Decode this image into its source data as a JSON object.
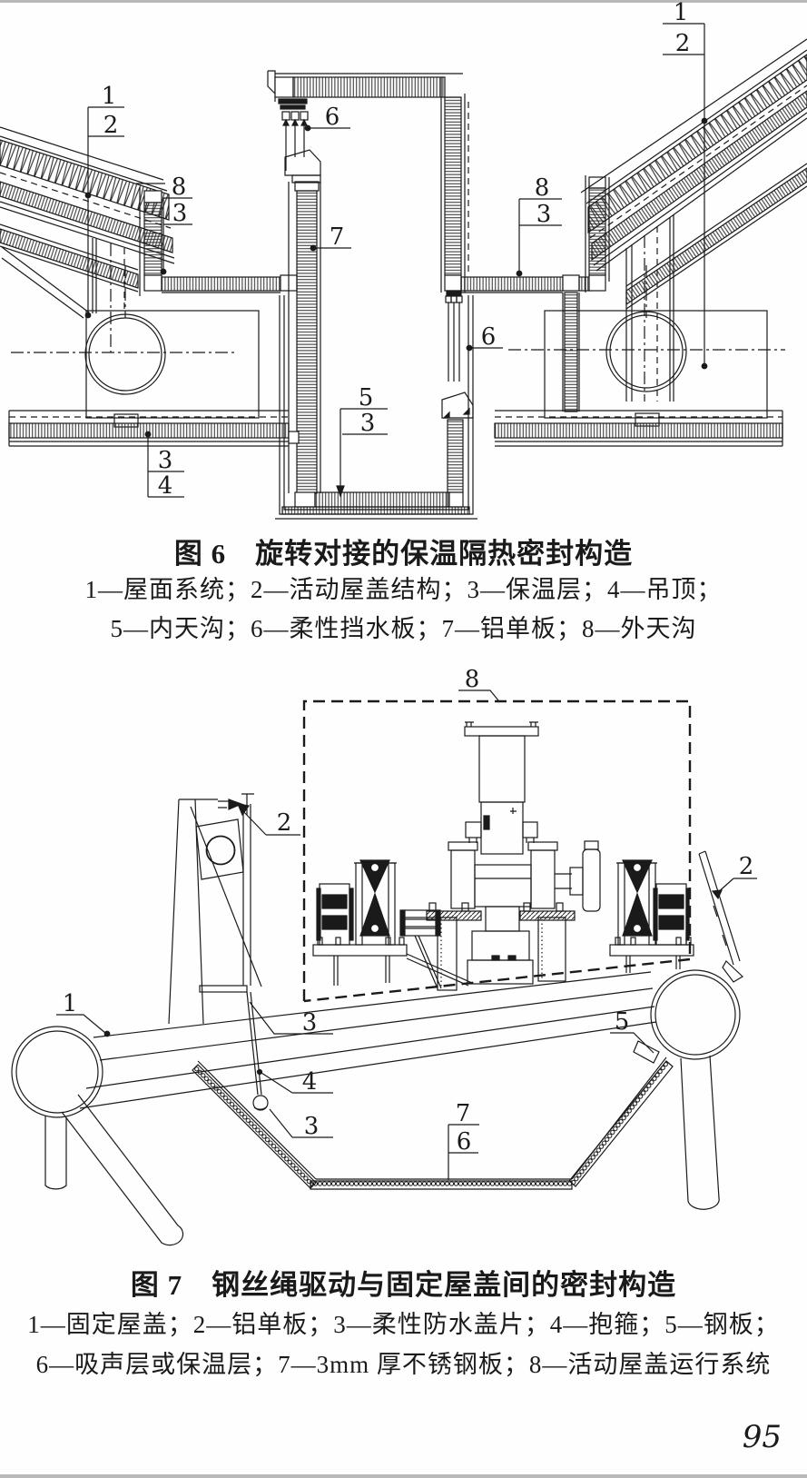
{
  "colors": {
    "ink": "#1a1a1a",
    "background": "#fefefe"
  },
  "page": {
    "number": "95"
  },
  "fig6": {
    "caption": "图 6　旋转对接的保温隔热密封构造",
    "legend1": "1—屋面系统；2—活动屋盖结构；3—保温层；4—吊顶；",
    "legend2": "5—内天沟；6—柔性挡水板；7—铝单板；8—外天沟",
    "labels": {
      "left_1": "1",
      "left_2": "2",
      "left_8": "8",
      "left_8_3": "3",
      "panel_7": "7",
      "baffle_6_top": "6",
      "gutter_5": "5",
      "gutter_5_3": "3",
      "ceiling_3": "3",
      "ceiling_4": "4",
      "right_1": "1",
      "right_2": "2",
      "right_8": "8",
      "right_8_3": "3",
      "baffle_6_right": "6"
    }
  },
  "fig7": {
    "caption": "图 7　钢丝绳驱动与固定屋盖间的密封构造",
    "legend1": "1—固定屋盖；2—铝单板；3—柔性防水盖片；4—抱箍；5—钢板；",
    "legend2": "6—吸声层或保温层；7—3mm 厚不锈钢板；8—活动屋盖运行系统",
    "labels": {
      "fixed_roof_1": "1",
      "alum_2_left": "2",
      "alum_2_right": "2",
      "cover_3_upper": "3",
      "hoop_4": "4",
      "cover_3_lower": "3",
      "plate_5": "5",
      "absorb_6": "6",
      "steel_7": "7",
      "system_8": "8"
    }
  }
}
